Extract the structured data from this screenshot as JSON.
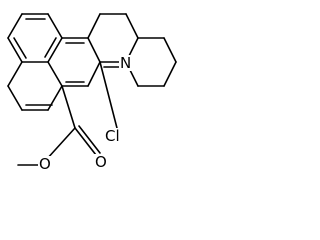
{
  "structure": {
    "atoms": {
      "nitrogen": "N",
      "chlorine": "Cl",
      "ether_oxygen": "O",
      "carbonyl_oxygen": "O"
    }
  }
}
